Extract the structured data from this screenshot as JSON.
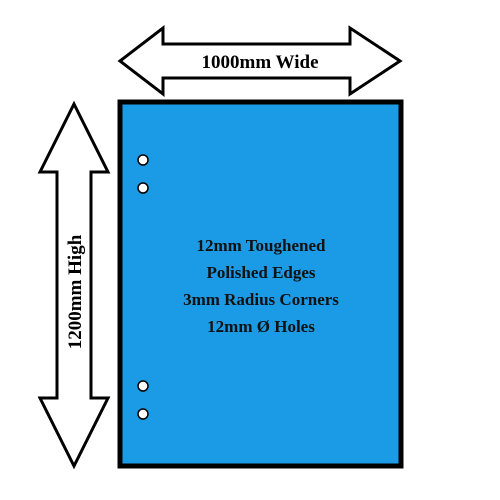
{
  "width_label": "1000mm Wide",
  "height_label": "1200mm High",
  "panel": {
    "fill_color": "#1b9be6",
    "border_color": "#000000",
    "specs": [
      "12mm Toughened",
      "Polished Edges",
      "3mm Radius Corners",
      "12mm Ø Holes"
    ],
    "hole_count": 4
  }
}
